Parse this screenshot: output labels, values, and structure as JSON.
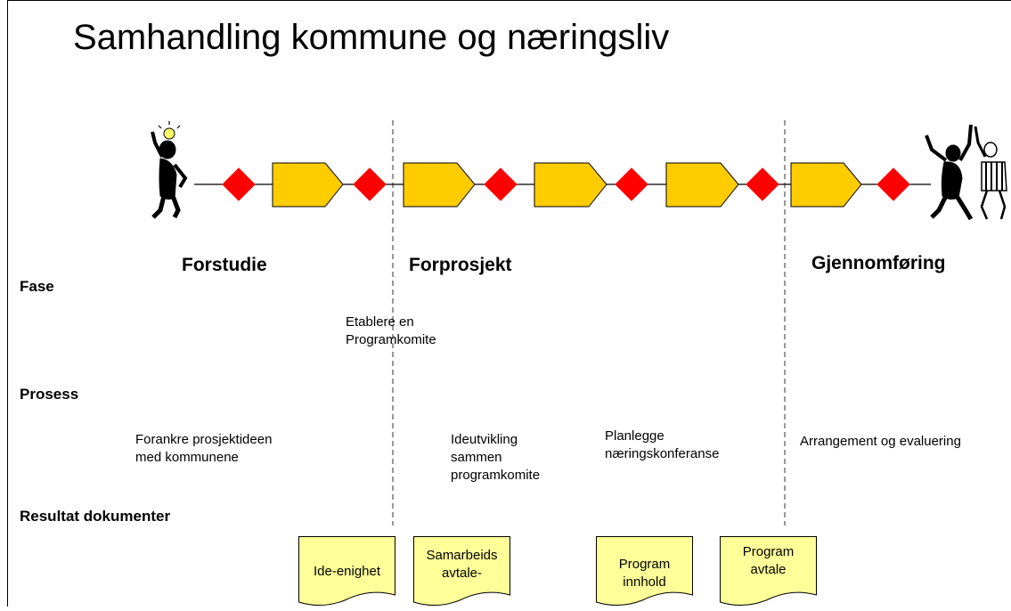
{
  "title": "Samhandling kommune og næringsliv",
  "phases": {
    "forstudie": "Forstudie",
    "forprosjekt": "Forprosjekt",
    "gjennomforing": "Gjennomføring"
  },
  "rows": {
    "fase": "Fase",
    "prosess": "Prosess",
    "resultat": "Resultat dokumenter"
  },
  "texts": {
    "etablere": "Etablere en\nProgramkomite",
    "forankre": "Forankre prosjektideen\nmed kommunene",
    "ideutvikling": "Ideutvikling\nsammen\nprogramkomite",
    "planlegge": "Planlegge\nnæringskonferanse",
    "arrangement": "Arrangement og evaluering"
  },
  "documents": {
    "ide": "Ide-enighet",
    "samarbeid": "Samarbeids\navtale-",
    "innhold": "Program\ninnhold",
    "avtale": "Program\navtale"
  },
  "colors": {
    "step_fill": "#FFCC00",
    "milestone_fill": "#FF0000",
    "doc_fill": "#FFFF99"
  },
  "icons": {
    "start": "thinking-person-icon",
    "end": "celebrating-people-icon"
  }
}
